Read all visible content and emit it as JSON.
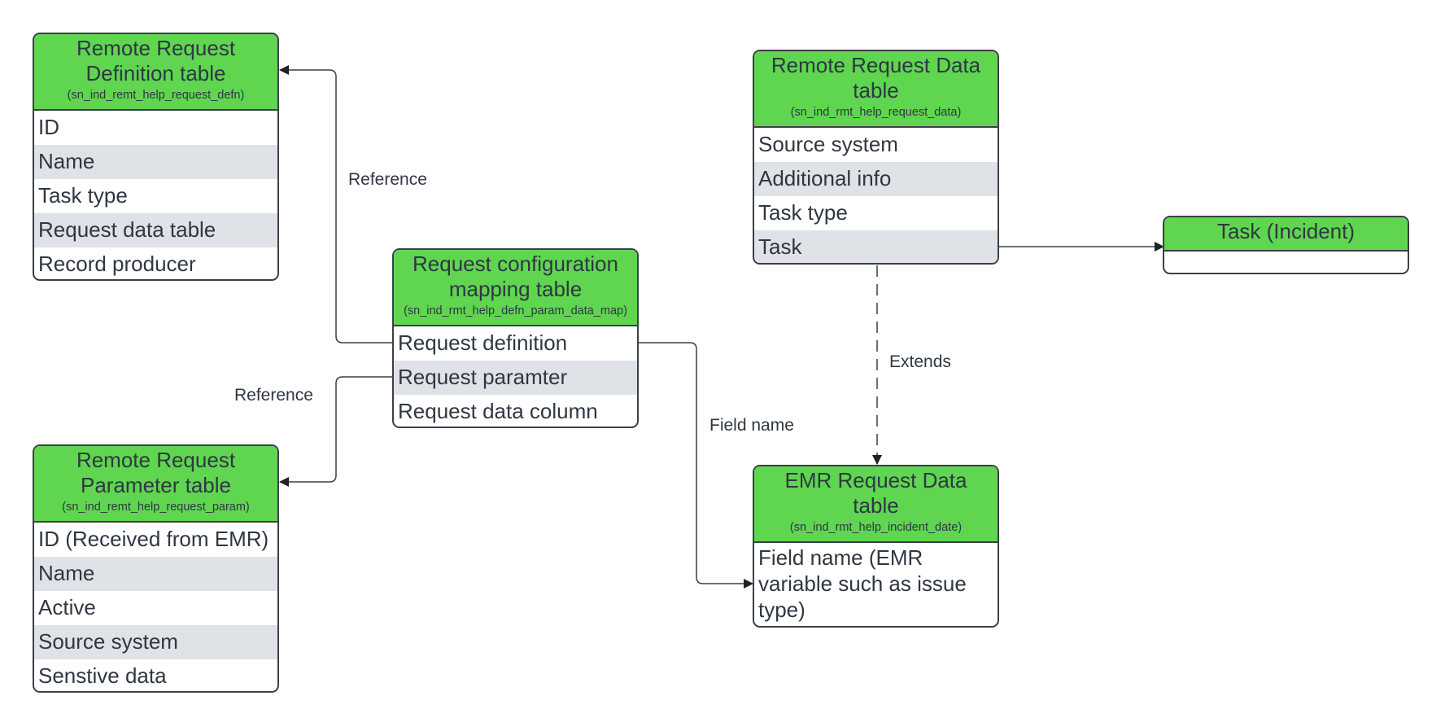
{
  "tables": {
    "definition": {
      "title": "Remote Request Definition table",
      "subtitle": "(sn_ind_remt_help_request_defn)",
      "rows": [
        "ID",
        "Name",
        "Task type",
        "Request data table",
        "Record producer"
      ]
    },
    "parameter": {
      "title": "Remote Request Parameter table",
      "subtitle": "(sn_ind_remt_help_request_param)",
      "rows": [
        "ID (Received from EMR)",
        "Name",
        "Active",
        "Source system",
        "Senstive data"
      ]
    },
    "mapping": {
      "title": "Request configuration mapping table",
      "subtitle": "(sn_ind_rmt_help_defn_param_data_map)",
      "rows": [
        "Request definition",
        "Request paramter",
        "Request data column"
      ]
    },
    "request_data": {
      "title": "Remote Request Data table",
      "subtitle": "(sn_ind_rmt_help_request_data)",
      "rows": [
        "Source system",
        "Additional info",
        "Task type",
        "Task"
      ]
    },
    "emr_data": {
      "title": "EMR Request Data table",
      "subtitle": "(sn_ind_rmt_help_incident_date)",
      "rows": [
        "Field name (EMR variable such as issue type)"
      ]
    },
    "task": {
      "title": "Task (Incident)"
    }
  },
  "edges": {
    "ref_definition": "Reference",
    "ref_parameter": "Reference",
    "field_name": "Field name",
    "extends": "Extends"
  },
  "colors": {
    "header_fill": "#5fd550",
    "border": "#3b3f46",
    "alt_row": "#dfe2e6",
    "text": "#2f3742"
  }
}
